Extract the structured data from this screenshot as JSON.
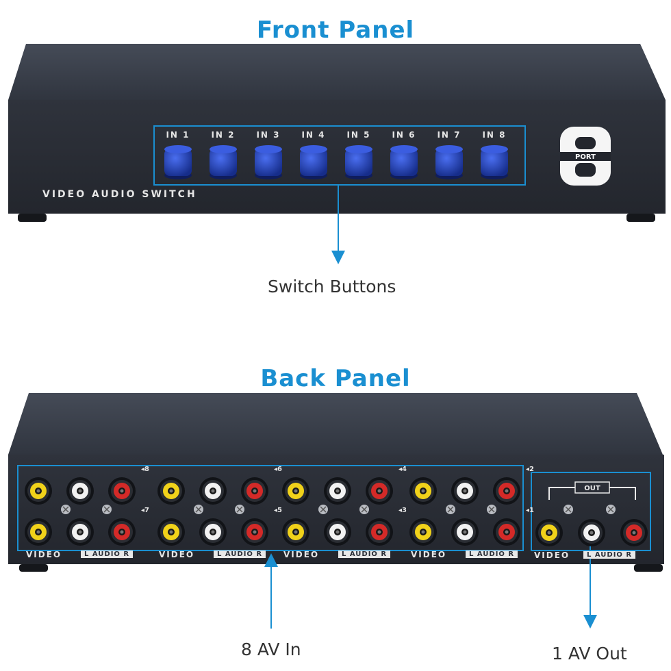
{
  "front": {
    "heading": "Front Panel",
    "device_label": "VIDEO AUDIO SWITCH",
    "buttons": [
      "IN 1",
      "IN 2",
      "IN 3",
      "IN 4",
      "IN 5",
      "IN 6",
      "IN 7",
      "IN 8"
    ],
    "badge": {
      "number": "8",
      "word": "PORT"
    },
    "callout": "Switch Buttons"
  },
  "back": {
    "heading": "Back Panel",
    "group_markers_top": [
      "8",
      "6",
      "4",
      "2"
    ],
    "group_markers_bottom": [
      "7",
      "5",
      "3",
      "1"
    ],
    "video_label": "VIDEO",
    "audio_label": "L AUDIO R",
    "out_label": "OUT",
    "callout_in": "8 AV In",
    "callout_out": "1 AV Out"
  },
  "colors": {
    "accent": "#1a8fd1",
    "chassis": "#2b2f38",
    "button": "#1f3fb5",
    "rca_yellow": "#f1d21a",
    "rca_white": "#f2f2f2",
    "rca_red": "#d42a28"
  }
}
